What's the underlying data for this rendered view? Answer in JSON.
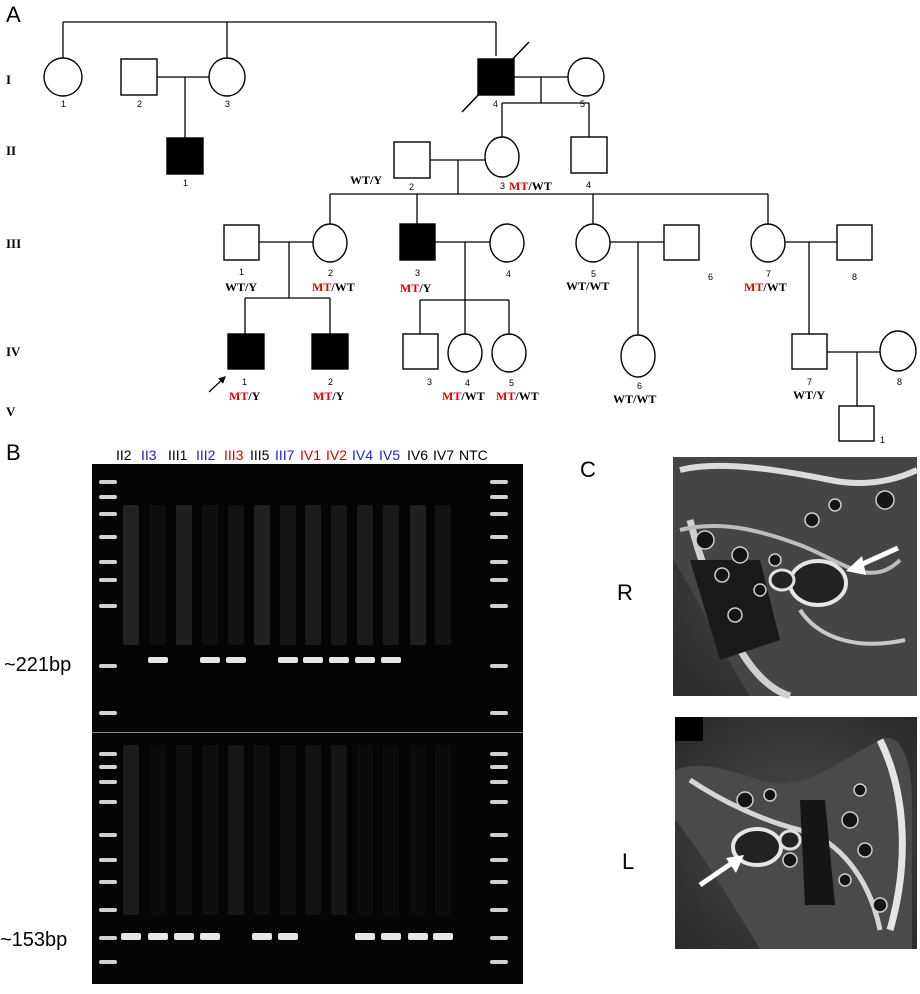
{
  "colors": {
    "mutant": "#e60000",
    "affected": "#000000",
    "blue_label": "#1f1fd0",
    "red_label": "#e00000",
    "black_label": "#000000"
  },
  "panels": {
    "a": "A",
    "b": "B",
    "c": "C"
  },
  "generations": [
    "I",
    "II",
    "III",
    "IV",
    "V"
  ],
  "pedigree": {
    "individuals": [
      {
        "id": "I-1",
        "number": "1",
        "sex": "female",
        "affected": false
      },
      {
        "id": "I-2",
        "number": "2",
        "sex": "male",
        "affected": false
      },
      {
        "id": "I-3",
        "number": "3",
        "sex": "female",
        "affected": false
      },
      {
        "id": "I-4",
        "number": "4",
        "sex": "male",
        "affected": true,
        "deceased": true
      },
      {
        "id": "I-5",
        "number": "5",
        "sex": "female",
        "affected": false
      },
      {
        "id": "II-1",
        "number": "1",
        "sex": "male",
        "affected": true
      },
      {
        "id": "II-2",
        "number": "2",
        "sex": "male",
        "affected": false,
        "geno_a": "WT",
        "geno_b": "Y"
      },
      {
        "id": "II-3",
        "number": "3",
        "sex": "female",
        "affected": false,
        "geno_a": "MT",
        "geno_b": "WT"
      },
      {
        "id": "II-4",
        "number": "4",
        "sex": "male",
        "affected": false
      },
      {
        "id": "III-1",
        "number": "1",
        "sex": "male",
        "affected": false,
        "geno_a": "WT",
        "geno_b": "Y"
      },
      {
        "id": "III-2",
        "number": "2",
        "sex": "female",
        "affected": false,
        "geno_a": "MT",
        "geno_b": "WT"
      },
      {
        "id": "III-3",
        "number": "3",
        "sex": "male",
        "affected": true,
        "geno_a": "MT",
        "geno_b": "Y"
      },
      {
        "id": "III-4",
        "number": "4",
        "sex": "female",
        "affected": false
      },
      {
        "id": "III-5",
        "number": "5",
        "sex": "female",
        "affected": false,
        "geno_a": "WT",
        "geno_b": "WT"
      },
      {
        "id": "III-6",
        "number": "6",
        "sex": "male",
        "affected": false
      },
      {
        "id": "III-7",
        "number": "7",
        "sex": "female",
        "affected": false,
        "geno_a": "MT",
        "geno_b": "WT"
      },
      {
        "id": "III-8",
        "number": "8",
        "sex": "male",
        "affected": false
      },
      {
        "id": "IV-1",
        "number": "1",
        "sex": "male",
        "affected": true,
        "proband": true,
        "geno_a": "MT",
        "geno_b": "Y"
      },
      {
        "id": "IV-2",
        "number": "2",
        "sex": "male",
        "affected": true,
        "geno_a": "MT",
        "geno_b": "Y"
      },
      {
        "id": "IV-3",
        "number": "3",
        "sex": "male",
        "affected": false
      },
      {
        "id": "IV-4",
        "number": "4",
        "sex": "female",
        "affected": false,
        "geno_a": "MT",
        "geno_b": "WT"
      },
      {
        "id": "IV-5",
        "number": "5",
        "sex": "female",
        "affected": false,
        "geno_a": "MT",
        "geno_b": "WT"
      },
      {
        "id": "IV-6",
        "number": "6",
        "sex": "female",
        "affected": false,
        "geno_a": "WT",
        "geno_b": "WT"
      },
      {
        "id": "IV-7",
        "number": "7",
        "sex": "male",
        "affected": false,
        "geno_a": "WT",
        "geno_b": "Y"
      },
      {
        "id": "IV-8",
        "number": "8",
        "sex": "female",
        "affected": false
      },
      {
        "id": "V-1",
        "number": "1",
        "sex": "male",
        "affected": false
      }
    ]
  },
  "gel": {
    "lanes": [
      {
        "label": "II2",
        "color": "black"
      },
      {
        "label": "II3",
        "color": "blue"
      },
      {
        "label": "III1",
        "color": "black"
      },
      {
        "label": "III2",
        "color": "blue"
      },
      {
        "label": "III3",
        "color": "red"
      },
      {
        "label": "III5",
        "color": "black"
      },
      {
        "label": "III7",
        "color": "blue"
      },
      {
        "label": "IV1",
        "color": "red"
      },
      {
        "label": "IV2",
        "color": "red"
      },
      {
        "label": "IV4",
        "color": "blue"
      },
      {
        "label": "IV5",
        "color": "blue"
      },
      {
        "label": "IV6",
        "color": "black"
      },
      {
        "label": "IV7",
        "color": "black"
      },
      {
        "label": "NTC",
        "color": "black"
      }
    ],
    "top_band_label": "~221bp",
    "bottom_band_label": "~153bp",
    "top_band_lanes": [
      "II3",
      "III2",
      "III3",
      "III7",
      "IV1",
      "IV2",
      "IV4",
      "IV5"
    ],
    "bottom_band_lanes": [
      "II2",
      "II3",
      "III1",
      "III2",
      "III5",
      "III7",
      "IV4",
      "IV5",
      "IV6",
      "IV7"
    ]
  },
  "ct": {
    "right_label": "R",
    "left_label": "L"
  }
}
